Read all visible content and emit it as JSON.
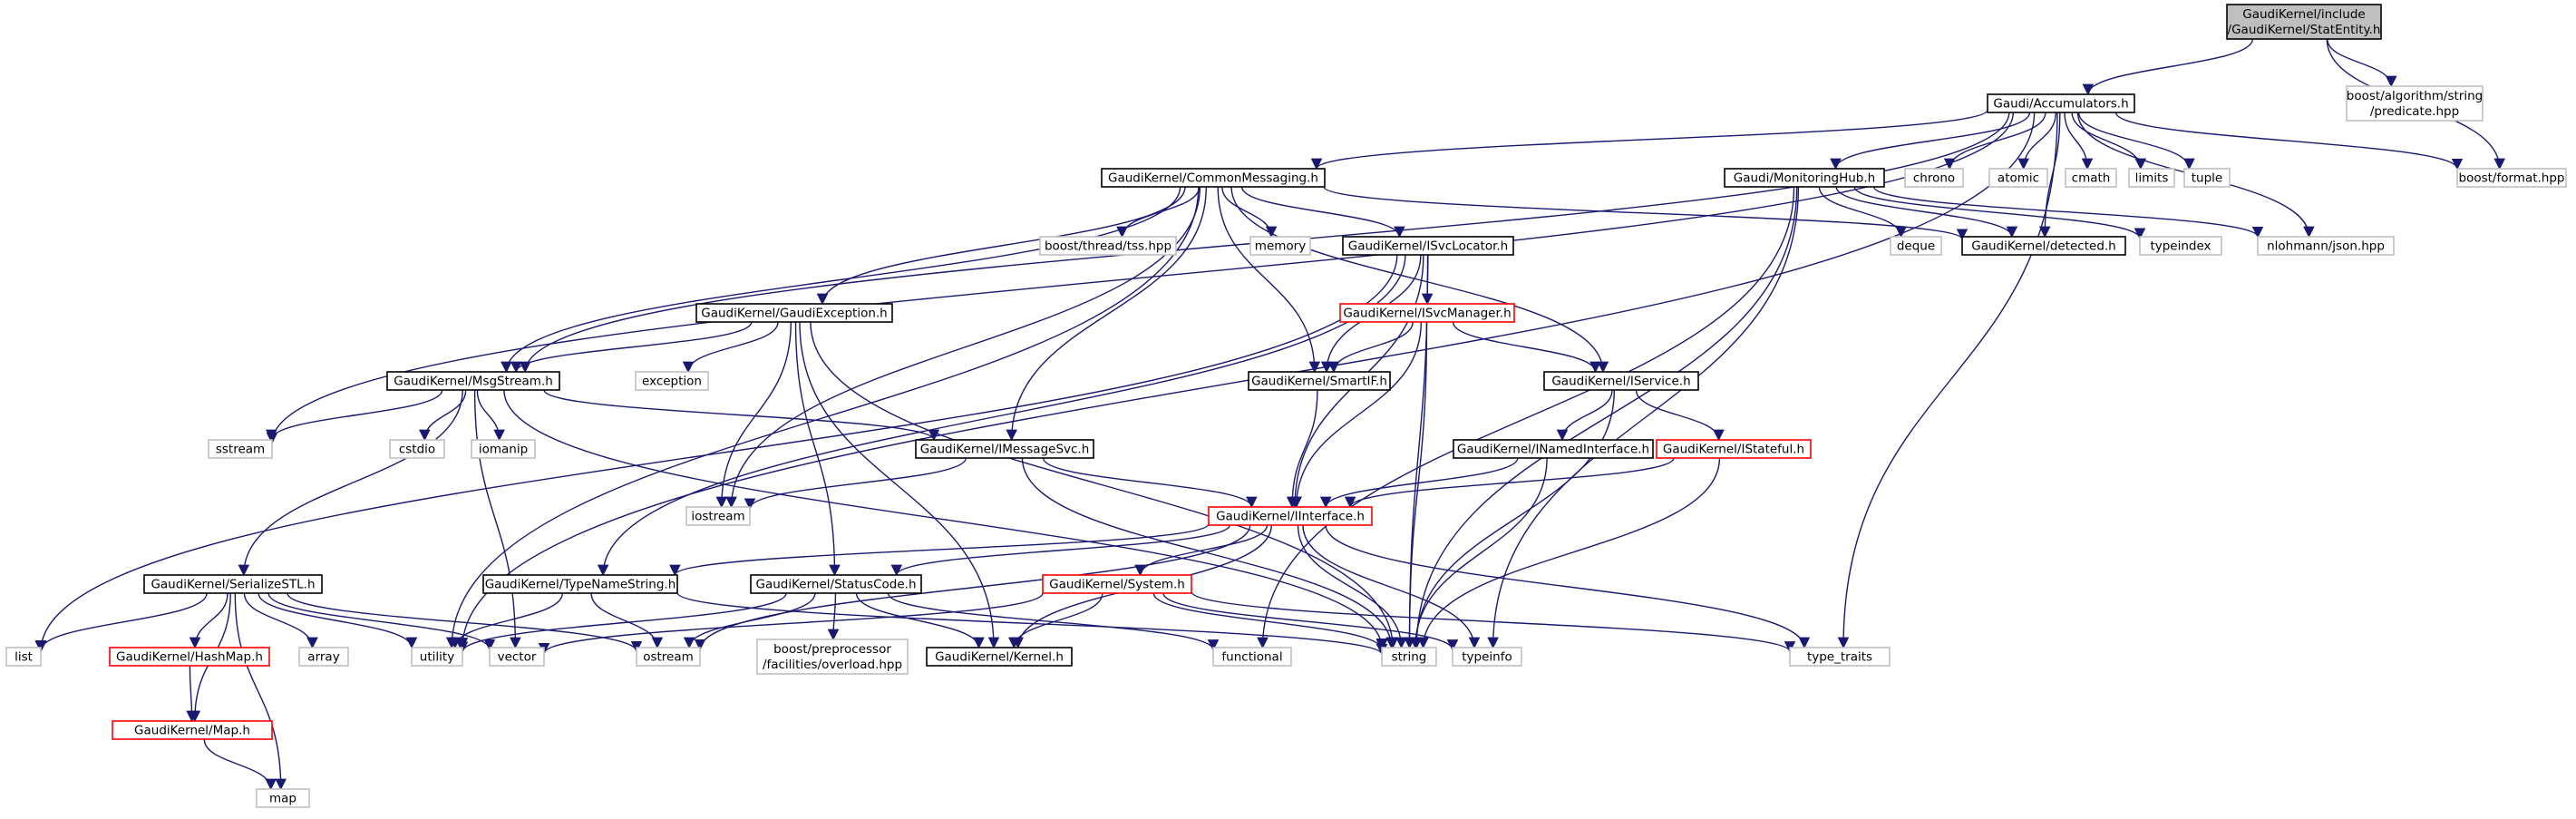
{
  "colors": {
    "edge": "#191970",
    "normal_border": "#000000",
    "normal_fill": "#ffffff",
    "missing_border": "#bfbfbf",
    "truncated_border": "#ff0000",
    "root_fill": "#bfbfbf",
    "text": "#000000"
  },
  "nodes": [
    {
      "id": "root",
      "lines": [
        "GaudiKernel/include",
        "/GaudiKernel/StatEntity.h"
      ],
      "style": "root"
    },
    {
      "id": "acc",
      "lines": [
        "Gaudi/Accumulators.h"
      ],
      "style": "normal"
    },
    {
      "id": "predicate",
      "lines": [
        "boost/algorithm/string",
        "/predicate.hpp"
      ],
      "style": "missing"
    },
    {
      "id": "format",
      "lines": [
        "boost/format.hpp"
      ],
      "style": "missing"
    },
    {
      "id": "commsg",
      "lines": [
        "GaudiKernel/CommonMessaging.h"
      ],
      "style": "normal"
    },
    {
      "id": "chrono",
      "lines": [
        "chrono"
      ],
      "style": "missing"
    },
    {
      "id": "atomic",
      "lines": [
        "atomic"
      ],
      "style": "missing"
    },
    {
      "id": "cmath",
      "lines": [
        "cmath"
      ],
      "style": "missing"
    },
    {
      "id": "limits",
      "lines": [
        "limits"
      ],
      "style": "missing"
    },
    {
      "id": "tuple",
      "lines": [
        "tuple"
      ],
      "style": "missing"
    },
    {
      "id": "monhub",
      "lines": [
        "Gaudi/MonitoringHub.h"
      ],
      "style": "normal"
    },
    {
      "id": "tss",
      "lines": [
        "boost/thread/tss.hpp"
      ],
      "style": "missing"
    },
    {
      "id": "memory",
      "lines": [
        "memory"
      ],
      "style": "missing"
    },
    {
      "id": "isvcloc",
      "lines": [
        "GaudiKernel/ISvcLocator.h"
      ],
      "style": "normal"
    },
    {
      "id": "deque",
      "lines": [
        "deque"
      ],
      "style": "missing"
    },
    {
      "id": "detected",
      "lines": [
        "GaudiKernel/detected.h"
      ],
      "style": "normal"
    },
    {
      "id": "typeindex",
      "lines": [
        "typeindex"
      ],
      "style": "missing"
    },
    {
      "id": "json",
      "lines": [
        "nlohmann/json.hpp"
      ],
      "style": "missing"
    },
    {
      "id": "gexc",
      "lines": [
        "GaudiKernel/GaudiException.h"
      ],
      "style": "normal"
    },
    {
      "id": "isvcmgr",
      "lines": [
        "GaudiKernel/ISvcManager.h"
      ],
      "style": "truncated"
    },
    {
      "id": "msgstream",
      "lines": [
        "GaudiKernel/MsgStream.h"
      ],
      "style": "normal"
    },
    {
      "id": "exception",
      "lines": [
        "exception"
      ],
      "style": "missing"
    },
    {
      "id": "smartif",
      "lines": [
        "GaudiKernel/SmartIF.h"
      ],
      "style": "normal"
    },
    {
      "id": "iservice",
      "lines": [
        "GaudiKernel/IService.h"
      ],
      "style": "normal"
    },
    {
      "id": "sstream",
      "lines": [
        "sstream"
      ],
      "style": "missing"
    },
    {
      "id": "cstdio",
      "lines": [
        "cstdio"
      ],
      "style": "missing"
    },
    {
      "id": "iomanip",
      "lines": [
        "iomanip"
      ],
      "style": "missing"
    },
    {
      "id": "imsgsvc",
      "lines": [
        "GaudiKernel/IMessageSvc.h"
      ],
      "style": "normal"
    },
    {
      "id": "inamed",
      "lines": [
        "GaudiKernel/INamedInterface.h"
      ],
      "style": "normal"
    },
    {
      "id": "istateful",
      "lines": [
        "GaudiKernel/IStateful.h"
      ],
      "style": "truncated"
    },
    {
      "id": "iostream",
      "lines": [
        "iostream"
      ],
      "style": "missing"
    },
    {
      "id": "iinterface",
      "lines": [
        "GaudiKernel/IInterface.h"
      ],
      "style": "truncated"
    },
    {
      "id": "serstl",
      "lines": [
        "GaudiKernel/SerializeSTL.h"
      ],
      "style": "normal"
    },
    {
      "id": "typename",
      "lines": [
        "GaudiKernel/TypeNameString.h"
      ],
      "style": "normal"
    },
    {
      "id": "statuscode",
      "lines": [
        "GaudiKernel/StatusCode.h"
      ],
      "style": "normal"
    },
    {
      "id": "system",
      "lines": [
        "GaudiKernel/System.h"
      ],
      "style": "truncated"
    },
    {
      "id": "list",
      "lines": [
        "list"
      ],
      "style": "missing"
    },
    {
      "id": "hashmap",
      "lines": [
        "GaudiKernel/HashMap.h"
      ],
      "style": "truncated"
    },
    {
      "id": "array",
      "lines": [
        "array"
      ],
      "style": "missing"
    },
    {
      "id": "utility",
      "lines": [
        "utility"
      ],
      "style": "missing"
    },
    {
      "id": "vector",
      "lines": [
        "vector"
      ],
      "style": "missing"
    },
    {
      "id": "ostream",
      "lines": [
        "ostream"
      ],
      "style": "missing"
    },
    {
      "id": "overload",
      "lines": [
        "boost/preprocessor",
        "/facilities/overload.hpp"
      ],
      "style": "missing"
    },
    {
      "id": "kernel",
      "lines": [
        "GaudiKernel/Kernel.h"
      ],
      "style": "normal"
    },
    {
      "id": "functional",
      "lines": [
        "functional"
      ],
      "style": "missing"
    },
    {
      "id": "string",
      "lines": [
        "string"
      ],
      "style": "missing"
    },
    {
      "id": "typeinfo",
      "lines": [
        "typeinfo"
      ],
      "style": "missing"
    },
    {
      "id": "typetraits",
      "lines": [
        "type_traits"
      ],
      "style": "missing"
    },
    {
      "id": "map_h",
      "lines": [
        "GaudiKernel/Map.h"
      ],
      "style": "truncated"
    },
    {
      "id": "map",
      "lines": [
        "map"
      ],
      "style": "missing"
    }
  ],
  "edges": [
    [
      "root",
      "acc"
    ],
    [
      "root",
      "predicate"
    ],
    [
      "root",
      "format"
    ],
    [
      "acc",
      "format"
    ],
    [
      "acc",
      "commsg"
    ],
    [
      "acc",
      "chrono"
    ],
    [
      "acc",
      "atomic"
    ],
    [
      "acc",
      "cmath"
    ],
    [
      "acc",
      "limits"
    ],
    [
      "acc",
      "tuple"
    ],
    [
      "acc",
      "monhub"
    ],
    [
      "acc",
      "detected"
    ],
    [
      "acc",
      "json"
    ],
    [
      "acc",
      "msgstream"
    ],
    [
      "acc",
      "sstream"
    ],
    [
      "acc",
      "utility"
    ],
    [
      "acc",
      "typetraits"
    ],
    [
      "commsg",
      "tss"
    ],
    [
      "commsg",
      "memory"
    ],
    [
      "commsg",
      "isvcloc"
    ],
    [
      "commsg",
      "detected"
    ],
    [
      "commsg",
      "gexc"
    ],
    [
      "commsg",
      "msgstream"
    ],
    [
      "commsg",
      "smartif"
    ],
    [
      "commsg",
      "iservice"
    ],
    [
      "commsg",
      "imsgsvc"
    ],
    [
      "commsg",
      "iostream"
    ],
    [
      "commsg",
      "utility"
    ],
    [
      "monhub",
      "deque"
    ],
    [
      "monhub",
      "detected"
    ],
    [
      "monhub",
      "typeindex"
    ],
    [
      "monhub",
      "json"
    ],
    [
      "monhub",
      "functional"
    ],
    [
      "monhub",
      "string"
    ],
    [
      "monhub",
      "typeinfo"
    ],
    [
      "isvcloc",
      "isvcmgr"
    ],
    [
      "isvcloc",
      "smartif"
    ],
    [
      "isvcloc",
      "iinterface"
    ],
    [
      "isvcloc",
      "typename"
    ],
    [
      "isvcloc",
      "list"
    ],
    [
      "isvcloc",
      "string"
    ],
    [
      "gexc",
      "msgstream"
    ],
    [
      "gexc",
      "exception"
    ],
    [
      "gexc",
      "iostream"
    ],
    [
      "gexc",
      "statuscode"
    ],
    [
      "gexc",
      "kernel"
    ],
    [
      "gexc",
      "string"
    ],
    [
      "isvcmgr",
      "smartif"
    ],
    [
      "isvcmgr",
      "iservice"
    ],
    [
      "isvcmgr",
      "iinterface"
    ],
    [
      "isvcmgr",
      "string"
    ],
    [
      "smartif",
      "iinterface"
    ],
    [
      "iservice",
      "inamed"
    ],
    [
      "iservice",
      "istateful"
    ],
    [
      "iservice",
      "string"
    ],
    [
      "msgstream",
      "sstream"
    ],
    [
      "msgstream",
      "cstdio"
    ],
    [
      "msgstream",
      "iomanip"
    ],
    [
      "msgstream",
      "imsgsvc"
    ],
    [
      "msgstream",
      "serstl"
    ],
    [
      "msgstream",
      "vector"
    ],
    [
      "msgstream",
      "string"
    ],
    [
      "imsgsvc",
      "iostream"
    ],
    [
      "imsgsvc",
      "iinterface"
    ],
    [
      "imsgsvc",
      "string"
    ],
    [
      "inamed",
      "iinterface"
    ],
    [
      "inamed",
      "string"
    ],
    [
      "istateful",
      "iinterface"
    ],
    [
      "istateful",
      "string"
    ],
    [
      "iinterface",
      "typename"
    ],
    [
      "iinterface",
      "statuscode"
    ],
    [
      "iinterface",
      "system"
    ],
    [
      "iinterface",
      "kernel"
    ],
    [
      "iinterface",
      "ostream"
    ],
    [
      "iinterface",
      "typeinfo"
    ],
    [
      "iinterface",
      "typetraits"
    ],
    [
      "iinterface",
      "string"
    ],
    [
      "serstl",
      "list"
    ],
    [
      "serstl",
      "hashmap"
    ],
    [
      "serstl",
      "array"
    ],
    [
      "serstl",
      "utility"
    ],
    [
      "serstl",
      "vector"
    ],
    [
      "serstl",
      "ostream"
    ],
    [
      "serstl",
      "map_h"
    ],
    [
      "serstl",
      "map"
    ],
    [
      "typename",
      "utility"
    ],
    [
      "typename",
      "ostream"
    ],
    [
      "typename",
      "string"
    ],
    [
      "statuscode",
      "overload"
    ],
    [
      "statuscode",
      "kernel"
    ],
    [
      "statuscode",
      "functional"
    ],
    [
      "statuscode",
      "ostream"
    ],
    [
      "statuscode",
      "utility"
    ],
    [
      "system",
      "kernel"
    ],
    [
      "system",
      "typeinfo"
    ],
    [
      "system",
      "string"
    ],
    [
      "system",
      "vector"
    ],
    [
      "system",
      "typetraits"
    ],
    [
      "hashmap",
      "map_h"
    ],
    [
      "map_h",
      "map"
    ]
  ]
}
